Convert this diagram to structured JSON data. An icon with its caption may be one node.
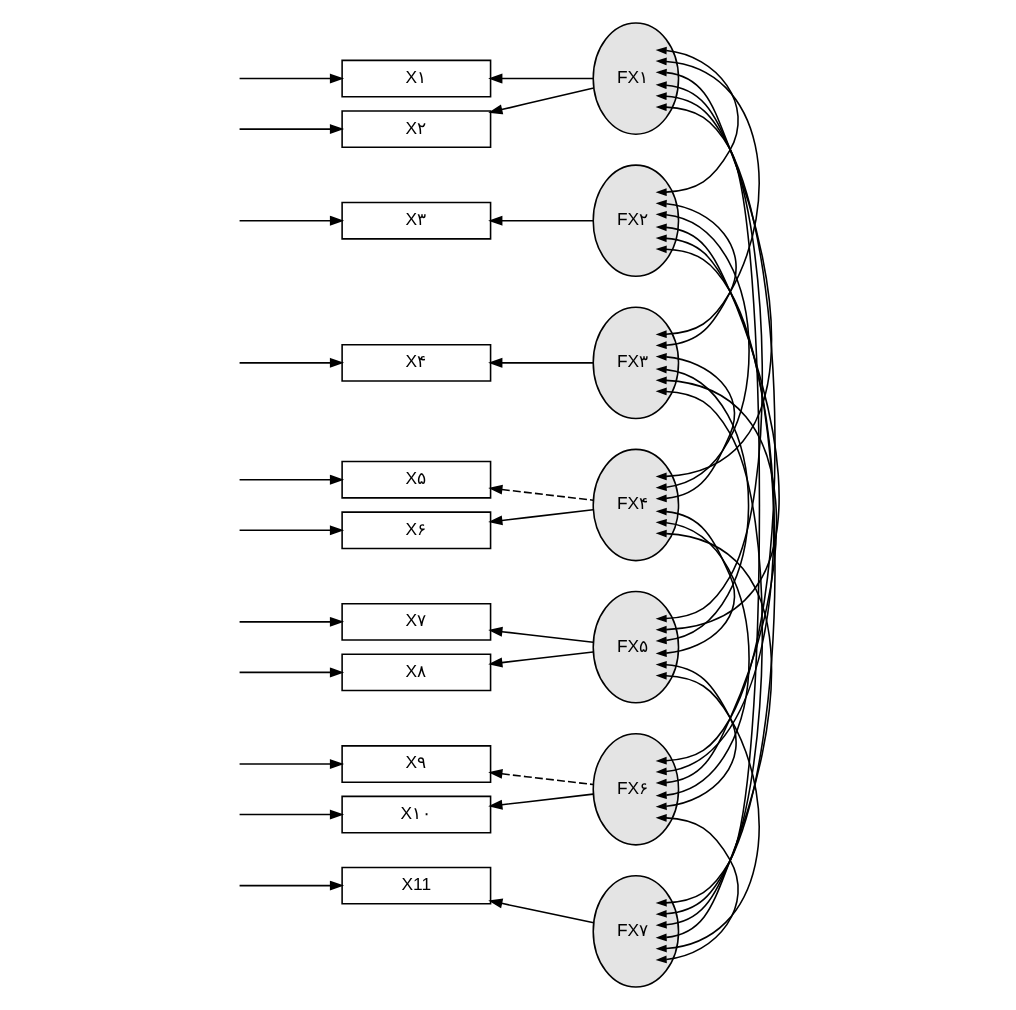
{
  "diagram": {
    "nodes": [
      {
        "text": [
          "X۱"
        ]
      },
      {
        "text": [
          "X۲"
        ]
      },
      {
        "text": [
          "X۳"
        ]
      },
      {
        "text": [
          "X۴"
        ]
      },
      {
        "text": [
          "X۵"
        ]
      },
      {
        "text": [
          "X۶"
        ]
      },
      {
        "text": [
          "X۷"
        ]
      },
      {
        "text": [
          "X۸"
        ]
      },
      {
        "text": [
          "X۹"
        ]
      },
      {
        "text": [
          "X۱۰"
        ]
      },
      {
        "text": [
          "X11"
        ]
      },
      {
        "text": [
          "FX۱"
        ]
      },
      {
        "text": [
          "FX۲"
        ]
      },
      {
        "text": [
          "FX۳"
        ]
      },
      {
        "text": [
          "FX۴"
        ]
      },
      {
        "text": [
          "FX۵"
        ]
      },
      {
        "text": [
          "FX۶"
        ]
      },
      {
        "text": [
          "FX۷"
        ]
      }
    ],
    "edges": [
      {
        "from": null,
        "to": 0,
        "arrow": "to"
      },
      {
        "from": null,
        "to": 1,
        "arrow": "to"
      },
      {
        "from": null,
        "to": 2,
        "arrow": "to"
      },
      {
        "from": null,
        "to": 3,
        "arrow": "to"
      },
      {
        "from": null,
        "to": 4,
        "arrow": "to"
      },
      {
        "from": null,
        "to": 5,
        "arrow": "to"
      },
      {
        "from": null,
        "to": 6,
        "arrow": "to"
      },
      {
        "from": null,
        "to": 7,
        "arrow": "to"
      },
      {
        "from": null,
        "to": 8,
        "arrow": "to"
      },
      {
        "from": null,
        "to": 9,
        "arrow": "to"
      },
      {
        "from": null,
        "to": 10,
        "arrow": "to"
      },
      {
        "from": 11,
        "to": 0,
        "arrow": "to"
      },
      {
        "from": 11,
        "to": 1,
        "arrow": "to"
      },
      {
        "from": 12,
        "to": 2,
        "arrow": "to"
      },
      {
        "from": 13,
        "to": 3,
        "arrow": "to"
      },
      {
        "from": 14,
        "to": 4,
        "arrow": "to",
        "style": "dashed"
      },
      {
        "from": 14,
        "to": 5,
        "arrow": "to"
      },
      {
        "from": 15,
        "to": 6,
        "arrow": "to"
      },
      {
        "from": 15,
        "to": 7,
        "arrow": "to"
      },
      {
        "from": 16,
        "to": 8,
        "arrow": "to",
        "style": "dashed"
      },
      {
        "from": 16,
        "to": 9,
        "arrow": "to"
      },
      {
        "from": 17,
        "to": 10,
        "arrow": "to"
      },
      {
        "from": 11,
        "to": 12,
        "arrow": "both"
      },
      {
        "from": 11,
        "to": 13,
        "arrow": "both"
      },
      {
        "from": 11,
        "to": 14,
        "arrow": "both"
      },
      {
        "from": 11,
        "to": 15,
        "arrow": "both"
      },
      {
        "from": 11,
        "to": 16,
        "arrow": "both"
      },
      {
        "from": 11,
        "to": 17,
        "arrow": "both"
      },
      {
        "from": 12,
        "to": 13,
        "arrow": "both"
      },
      {
        "from": 12,
        "to": 14,
        "arrow": "both"
      },
      {
        "from": 12,
        "to": 15,
        "arrow": "both"
      },
      {
        "from": 12,
        "to": 16,
        "arrow": "both"
      },
      {
        "from": 12,
        "to": 17,
        "arrow": "both"
      },
      {
        "from": 13,
        "to": 14,
        "arrow": "both"
      },
      {
        "from": 13,
        "to": 15,
        "arrow": "both"
      },
      {
        "from": 13,
        "to": 16,
        "arrow": "both"
      },
      {
        "from": 13,
        "to": 17,
        "arrow": "both"
      },
      {
        "from": 14,
        "to": 15,
        "arrow": "both"
      },
      {
        "from": 14,
        "to": 16,
        "arrow": "both"
      },
      {
        "from": 14,
        "to": 17,
        "arrow": "both"
      },
      {
        "from": 15,
        "to": 16,
        "arrow": "both"
      },
      {
        "from": 15,
        "to": 17,
        "arrow": "both"
      },
      {
        "from": 16,
        "to": 17,
        "arrow": "both"
      }
    ]
  }
}
